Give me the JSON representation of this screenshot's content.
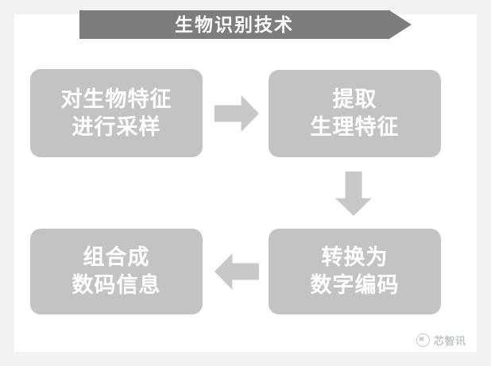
{
  "diagram": {
    "title": "生物识别技术",
    "type": "flowchart",
    "nodes": [
      {
        "id": "sample",
        "lines": [
          "对生物特征",
          "进行采样"
        ]
      },
      {
        "id": "extract",
        "lines": [
          "提取",
          "生理特征"
        ]
      },
      {
        "id": "convert",
        "lines": [
          "转换为",
          "数字编码"
        ]
      },
      {
        "id": "combine",
        "lines": [
          "组合成",
          "数码信息"
        ]
      }
    ],
    "connectors": [
      {
        "id": "sample-to-extract",
        "direction": "right",
        "icon": "arrow-right-icon"
      },
      {
        "id": "extract-to-convert",
        "direction": "down",
        "icon": "arrow-down-icon"
      },
      {
        "id": "convert-to-combine",
        "direction": "left",
        "icon": "arrow-left-icon"
      }
    ],
    "colors": {
      "banner": "#7d7d7d",
      "node": "#c3c3c3",
      "arrow": "#c8c8c8",
      "node_text": "#ffffff",
      "panel": "#ffffff",
      "background": "#f2f2f2"
    }
  },
  "watermark": {
    "text": "芯智讯",
    "logo_icon": "scissors-circle-icon"
  }
}
